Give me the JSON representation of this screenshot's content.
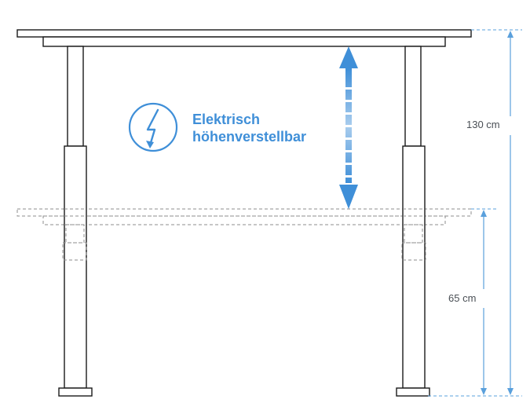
{
  "feature": {
    "line1": "Elektrisch",
    "line2": "höhenverstellbar",
    "icon": "lightning-bolt-icon"
  },
  "dimensions": {
    "max_height": "130 cm",
    "min_height": "65 cm"
  },
  "colors": {
    "accent": "#3f8fd8",
    "outline": "#1a1a1a",
    "dashed": "#8c8c8c"
  }
}
